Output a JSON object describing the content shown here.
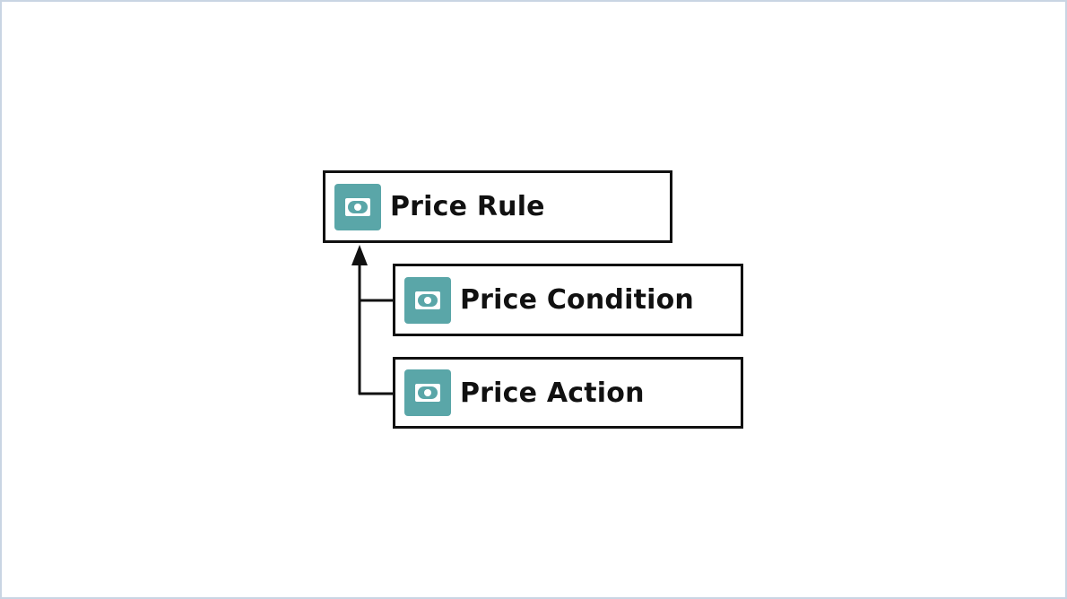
{
  "diagram": {
    "nodes": [
      {
        "id": "price-rule",
        "label": "Price Rule",
        "icon": "money-bill-icon"
      },
      {
        "id": "price-condition",
        "label": "Price Condition",
        "icon": "money-bill-icon"
      },
      {
        "id": "price-action",
        "label": "Price Action",
        "icon": "money-bill-icon"
      }
    ],
    "edges": [
      {
        "from": "price-condition",
        "to": "price-rule",
        "arrow": "to"
      },
      {
        "from": "price-action",
        "to": "price-rule",
        "arrow": "to"
      }
    ],
    "colors": {
      "icon_background": "#5aa6a8",
      "border": "#111111",
      "frame_border": "#c9d5e3"
    }
  }
}
